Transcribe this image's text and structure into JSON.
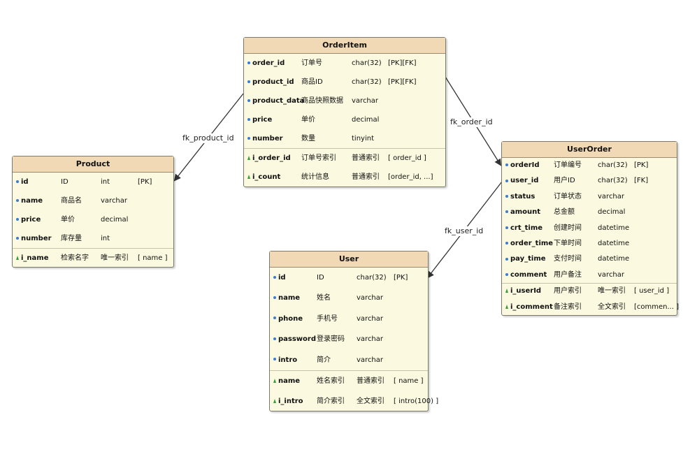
{
  "entities": {
    "orderitem": {
      "title": "OrderItem",
      "fields": [
        {
          "name": "order_id",
          "label": "订单号",
          "type": "char(32)",
          "key": "[PK][FK]"
        },
        {
          "name": "product_id",
          "label": "商品ID",
          "type": "char(32)",
          "key": "[PK][FK]"
        },
        {
          "name": "product_data",
          "label": "商品快照数据",
          "type": "varchar",
          "key": ""
        },
        {
          "name": "price",
          "label": "单价",
          "type": "decimal",
          "key": ""
        },
        {
          "name": "number",
          "label": "数量",
          "type": "tinyint",
          "key": ""
        }
      ],
      "indexes": [
        {
          "name": "i_order_id",
          "label": "订单号索引",
          "type": "普通索引",
          "cols": "[   order_id   ]"
        },
        {
          "name": "i_count",
          "label": "统计信息",
          "type": "普通索引",
          "cols": "[order_id, ...]"
        }
      ]
    },
    "product": {
      "title": "Product",
      "fields": [
        {
          "name": "id",
          "label": "ID",
          "type": "int",
          "key": "[PK]"
        },
        {
          "name": "name",
          "label": "商品名",
          "type": "varchar",
          "key": ""
        },
        {
          "name": "price",
          "label": "单价",
          "type": "decimal",
          "key": ""
        },
        {
          "name": "number",
          "label": "库存量",
          "type": "int",
          "key": ""
        }
      ],
      "indexes": [
        {
          "name": "i_name",
          "label": "检索名字",
          "type": "唯一索引",
          "cols": "[     name     ]"
        }
      ]
    },
    "userorder": {
      "title": "UserOrder",
      "fields": [
        {
          "name": "orderId",
          "label": "订单编号",
          "type": "char(32)",
          "key": "[PK]"
        },
        {
          "name": "user_id",
          "label": "用户ID",
          "type": "char(32)",
          "key": "[FK]"
        },
        {
          "name": "status",
          "label": "订单状态",
          "type": "varchar",
          "key": ""
        },
        {
          "name": "amount",
          "label": "总金额",
          "type": "decimal",
          "key": ""
        },
        {
          "name": "crt_time",
          "label": "创建时间",
          "type": "datetime",
          "key": ""
        },
        {
          "name": "order_time",
          "label": "下单时间",
          "type": "datetime",
          "key": ""
        },
        {
          "name": "pay_time",
          "label": "支付时间",
          "type": "datetime",
          "key": ""
        },
        {
          "name": "comment",
          "label": "用户备注",
          "type": "varchar",
          "key": ""
        }
      ],
      "indexes": [
        {
          "name": "i_userId",
          "label": "用户索引",
          "type": "唯一索引",
          "cols": "[    user_id    ]"
        },
        {
          "name": "i_comment",
          "label": "备注索引",
          "type": "全文索引",
          "cols": "[commen... ]"
        }
      ]
    },
    "user": {
      "title": "User",
      "fields": [
        {
          "name": "id",
          "label": "ID",
          "type": "char(32)",
          "key": "[PK]"
        },
        {
          "name": "name",
          "label": "姓名",
          "type": "varchar",
          "key": ""
        },
        {
          "name": "phone",
          "label": "手机号",
          "type": "varchar",
          "key": ""
        },
        {
          "name": "password",
          "label": "登录密码",
          "type": "varchar",
          "key": ""
        },
        {
          "name": "intro",
          "label": "简介",
          "type": "varchar",
          "key": ""
        }
      ],
      "indexes": [
        {
          "name": "name",
          "label": "姓名索引",
          "type": "普通索引",
          "cols": "[     name     ]"
        },
        {
          "name": "i_intro",
          "label": "简介索引",
          "type": "全文索引",
          "cols": "[ intro(100) ]"
        }
      ]
    }
  },
  "relations": [
    {
      "label": "fk_product_id",
      "from": "orderitem",
      "to": "product"
    },
    {
      "label": "fk_order_id",
      "from": "orderitem",
      "to": "userorder"
    },
    {
      "label": "fk_user_id",
      "from": "userorder",
      "to": "user"
    }
  ],
  "colors": {
    "header": "#f2d9b5",
    "body": "#fbf9df",
    "field_bullet": "#3a7bd5",
    "index_bullet": "#3a9a3a",
    "line": "#333333"
  }
}
